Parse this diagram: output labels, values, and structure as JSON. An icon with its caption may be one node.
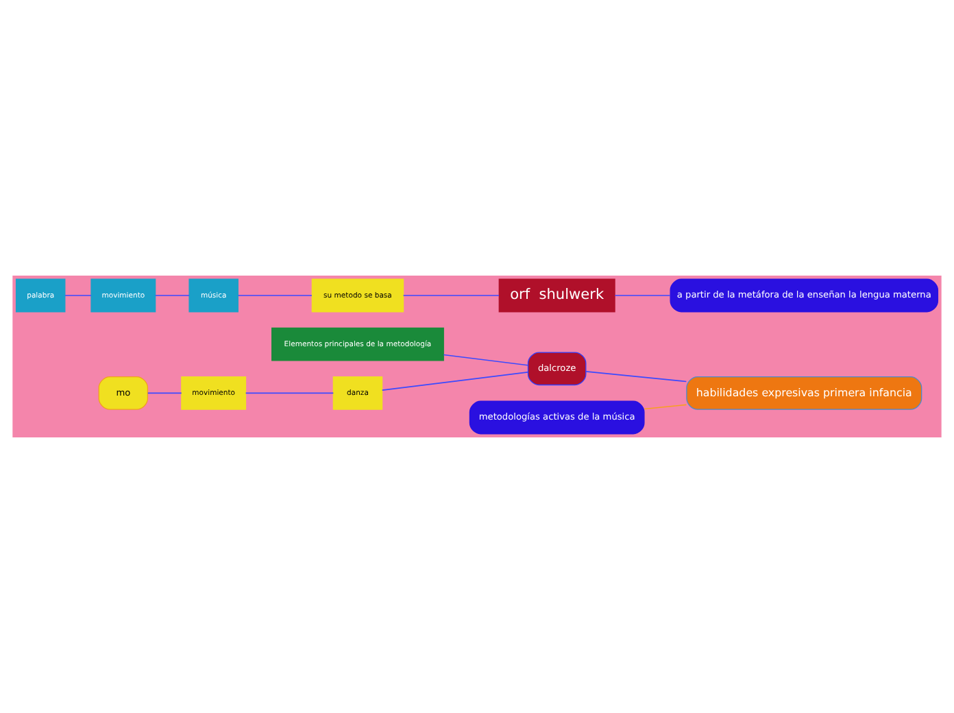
{
  "diagram": {
    "nodes": [
      {
        "text": [
          "habilidades expresivas primera infancia"
        ]
      },
      {
        "text": [
          "dalcroze"
        ]
      },
      {
        "text": [
          "Elementos principales de la metodología"
        ]
      },
      {
        "text": [
          "movimiento"
        ]
      },
      {
        "text": [
          "danza"
        ]
      },
      {
        "text": [
          "mo"
        ]
      },
      {
        "text": [
          "palabra"
        ]
      },
      {
        "text": [
          "movimiento"
        ]
      },
      {
        "text": [
          "música"
        ]
      },
      {
        "text": [
          "su metodo se basa"
        ]
      },
      {
        "text": [
          "orf  shulwerk"
        ]
      },
      {
        "text": [
          "metodologías activas de la música"
        ]
      },
      {
        "text": [
          "a partir de la metáfora de la enseñan la lengua materna"
        ]
      }
    ],
    "edges": [
      {
        "from": 0,
        "to": 1,
        "arrow": "none"
      },
      {
        "from": 0,
        "to": 11,
        "arrow": "none",
        "color": "#f7a020"
      },
      {
        "from": 1,
        "to": 2,
        "arrow": "none"
      },
      {
        "from": 1,
        "to": 4,
        "arrow": "none"
      },
      {
        "from": 4,
        "to": 3,
        "arrow": "none"
      },
      {
        "from": 3,
        "to": 5,
        "arrow": "none"
      },
      {
        "from": 12,
        "to": 10,
        "arrow": "none"
      },
      {
        "from": 10,
        "to": 9,
        "arrow": "none"
      },
      {
        "from": 9,
        "to": 8,
        "arrow": "none"
      },
      {
        "from": 8,
        "to": 7,
        "arrow": "none"
      },
      {
        "from": 7,
        "to": 6,
        "arrow": "none"
      }
    ]
  }
}
